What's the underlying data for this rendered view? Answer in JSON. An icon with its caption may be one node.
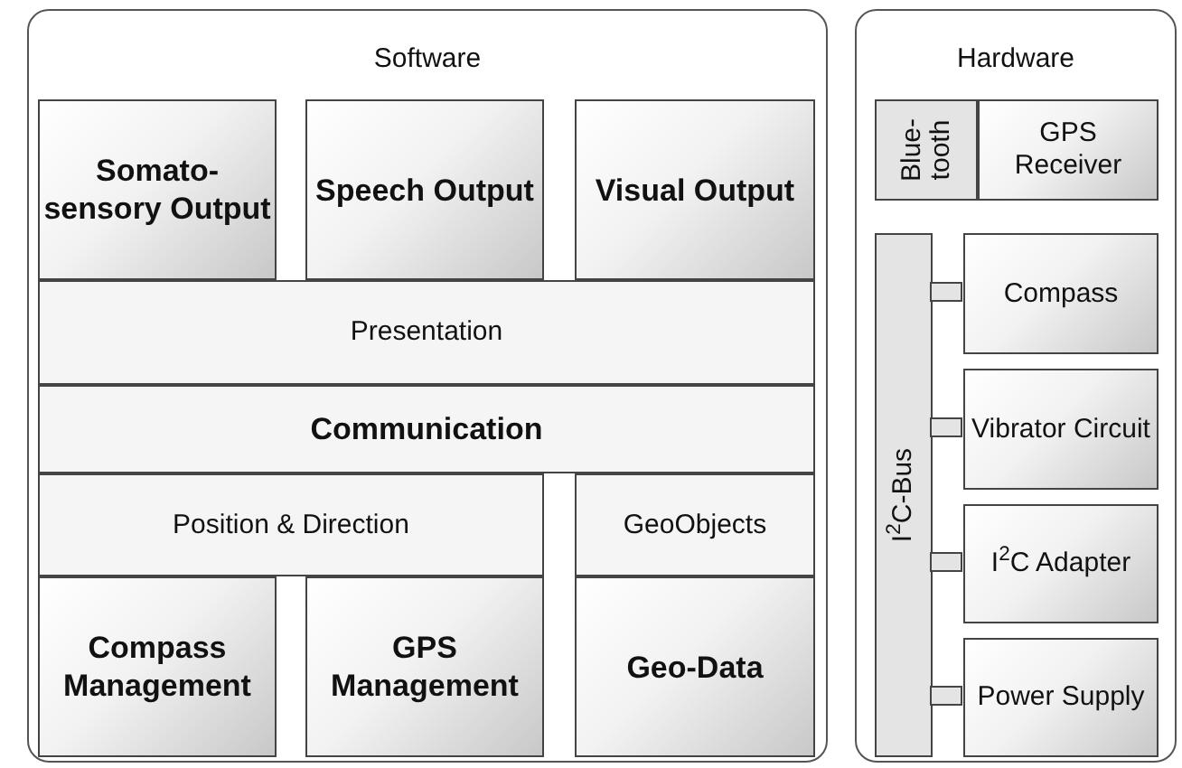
{
  "diagram": {
    "nodes": [
      {
        "text": [
          "Software"
        ]
      },
      {
        "text": [
          "Somato- sensory Output"
        ],
        "in": 0
      },
      {
        "text": [
          "Speech Output"
        ],
        "in": 0
      },
      {
        "text": [
          "Visual Output"
        ],
        "in": 0
      },
      {
        "text": [
          "Presentation"
        ],
        "in": 0
      },
      {
        "text": [
          "Communication"
        ],
        "in": 0
      },
      {
        "text": [
          "Position & Direction"
        ],
        "in": 0
      },
      {
        "text": [
          "GeoObjects"
        ],
        "in": 0
      },
      {
        "text": [
          "Compass Management"
        ],
        "in": 0
      },
      {
        "text": [
          "GPS Management"
        ],
        "in": 0
      },
      {
        "text": [
          "Geo-Data"
        ],
        "in": 0
      },
      {
        "text": [
          "Hardware"
        ]
      },
      {
        "text": [
          "Blue- tooth"
        ],
        "in": 11
      },
      {
        "text": [
          "GPS Receiver"
        ],
        "in": 11
      },
      {
        "text": [
          "I$^{2}$C-Bus"
        ],
        "in": 11
      },
      {
        "text": [
          "Compass"
        ],
        "in": 11
      },
      {
        "text": [
          "Vibrator Circuit"
        ],
        "in": 11
      },
      {
        "text": [
          "I$^{2}$C Adapter"
        ],
        "in": 11
      },
      {
        "text": [
          "Power Supply"
        ],
        "in": 11
      }
    ],
    "edges": [
      {
        "from": 14,
        "to": 15,
        "arrow": "none"
      },
      {
        "from": 14,
        "to": 16,
        "arrow": "none"
      },
      {
        "from": 14,
        "to": 17,
        "arrow": "none"
      },
      {
        "from": 14,
        "to": 18,
        "arrow": "none"
      }
    ]
  }
}
